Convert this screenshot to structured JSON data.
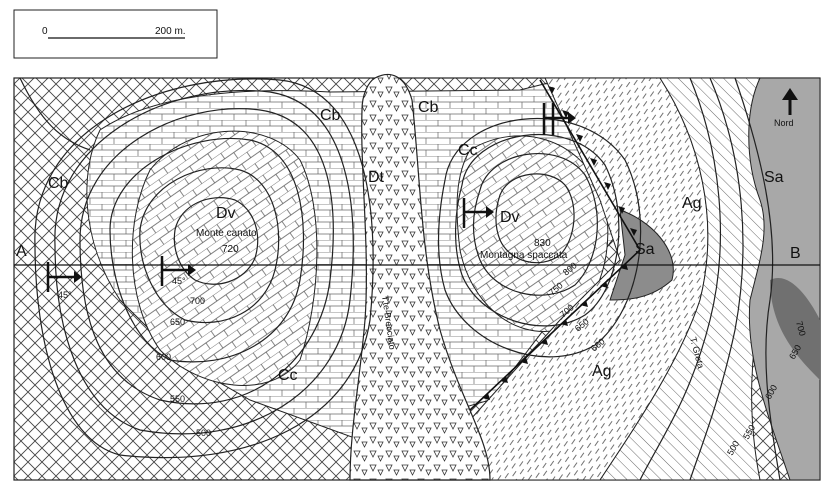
{
  "scale": {
    "start": "0",
    "end": "200 m."
  },
  "north": {
    "label": "Nord"
  },
  "section": {
    "a": "A",
    "b": "B"
  },
  "units": {
    "cb_left": "Cb",
    "cb_mid": "Cb",
    "cb_right": "Cb",
    "cc_right": "Cc",
    "cc_bottom": "Cc",
    "dv_left": "Dv",
    "dv_right": "Dv",
    "dt": "Dt",
    "ag_top": "Ag",
    "ag_bottom": "Ag",
    "sa_top": "Sa",
    "sa_mid": "Sa"
  },
  "places": {
    "monte_canato": "Monte canato",
    "montagna_spaccata": "Montagna spaccata",
    "valley": "T.te Brecciato",
    "stream": "T. Greta"
  },
  "elevations": {
    "h720": "720",
    "h830": "830",
    "e700_l": "700",
    "e650_l": "650",
    "e600_l": "600",
    "e550_l": "550",
    "e500_l": "500",
    "e800_r": "800",
    "e750_r": "750",
    "e700_r": "700",
    "e650_r": "650",
    "e660_r": "660",
    "e600_far": "600",
    "e550_far": "550",
    "e500_far": "500",
    "e700_far": "700",
    "e650_far": "650"
  },
  "dips": {
    "left1": "45°",
    "left2": "45°"
  },
  "colors": {
    "ink": "#111111",
    "sa_fill": "#9a9a9a",
    "sa_dark": "#707070",
    "paper": "#ffffff"
  }
}
